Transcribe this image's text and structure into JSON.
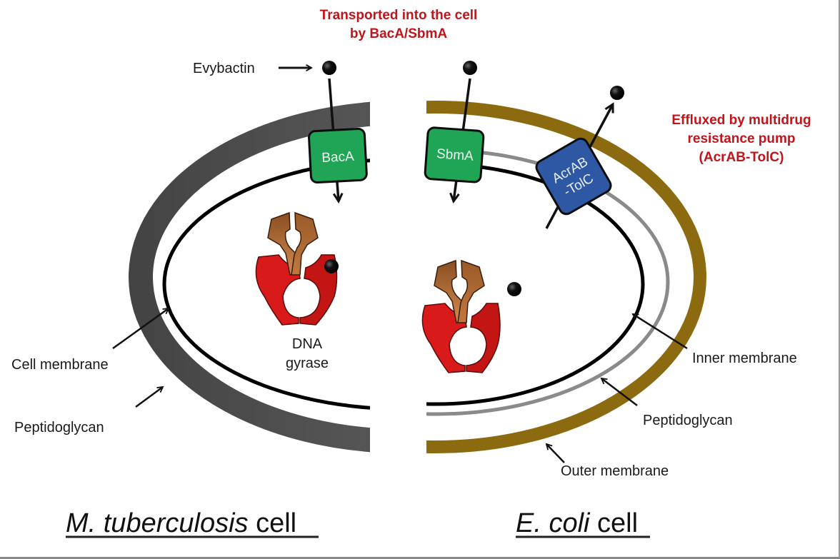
{
  "annotations": {
    "transport_line1": "Transported into the cell",
    "transport_line2": "by BacA/SbmA",
    "efflux_line1": "Effluxed by multidrug",
    "efflux_line2": "resistance pump",
    "efflux_line3": "(AcrAB-TolC)"
  },
  "molecule_label": "Evybactin",
  "left_cell": {
    "title_italic": "M. tuberculosis",
    "title_plain": " cell",
    "transporter": "BacA",
    "enzyme_line1": "DNA",
    "enzyme_line2": "gyrase",
    "labels": {
      "cell_membrane": "Cell membrane",
      "peptidoglycan": "Peptidoglycan"
    }
  },
  "right_cell": {
    "title_italic": "E. coli",
    "title_plain": " cell",
    "transporter": "SbmA",
    "pump_line1": "AcrAB",
    "pump_line2": "-TolC",
    "labels": {
      "inner_membrane": "Inner membrane",
      "peptidoglycan": "Peptidoglycan",
      "outer_membrane": "Outer membrane"
    }
  },
  "colors": {
    "annotation_red": "#c0161b",
    "transporter_green": "#20a557",
    "pump_blue": "#2f58a4",
    "outer_membrane_gold": "#8c6a10",
    "gyrase_red": "#d91a1a",
    "gyrase_brown": "#a5622e"
  }
}
